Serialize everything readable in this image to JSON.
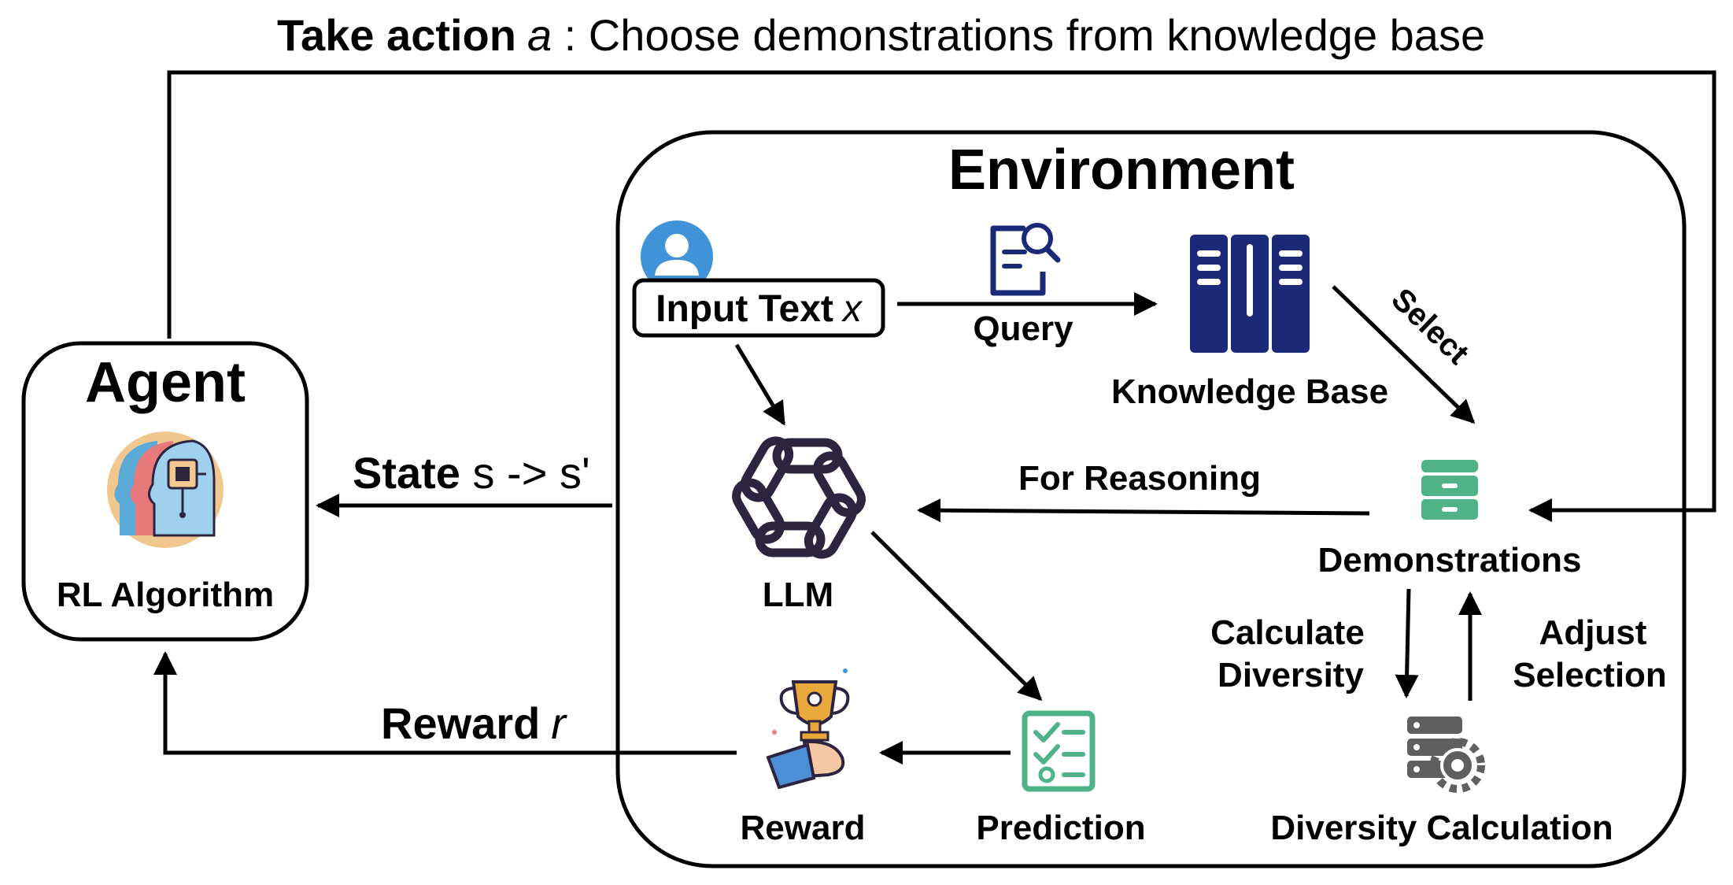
{
  "top_label": {
    "bold": "Take action",
    "var": "a",
    "rest": " : Choose demonstrations from knowledge base"
  },
  "environment": {
    "title": "Environment"
  },
  "agent": {
    "title": "Agent",
    "subtitle": "RL Algorithm",
    "icon": "ai-head-icon"
  },
  "input": {
    "label": "Input Text",
    "var": "x",
    "icon": "user-avatar-icon"
  },
  "query": {
    "label": "Query",
    "icon": "document-search-icon"
  },
  "knowledge_base": {
    "label": "Knowledge Base",
    "icon": "bookshelf-icon"
  },
  "select_label": "Select",
  "demonstrations": {
    "label": "Demonstrations",
    "icon": "archive-drawer-icon"
  },
  "for_reasoning": "For Reasoning",
  "llm": {
    "label": "LLM",
    "icon": "openai-knot-icon"
  },
  "prediction": {
    "label": "Prediction",
    "icon": "checklist-icon"
  },
  "reward_node": {
    "label": "Reward",
    "icon": "trophy-hand-icon"
  },
  "diversity": {
    "label": "Diversity Calculation",
    "icon": "server-gear-icon"
  },
  "calc_diversity": {
    "line1": "Calculate",
    "line2": "Diversity"
  },
  "adjust_selection": {
    "line1": "Adjust",
    "line2": "Selection"
  },
  "state_edge": {
    "bold": "State",
    "rest": " s -> s'"
  },
  "reward_edge": {
    "bold": "Reward",
    "var": "r"
  },
  "colors": {
    "navy": "#1b2a78",
    "green": "#4fb387",
    "blue": "#3f93d6",
    "gray": "#5f5f5f",
    "gold": "#e9a83a",
    "llm_dark": "#2d2540"
  }
}
